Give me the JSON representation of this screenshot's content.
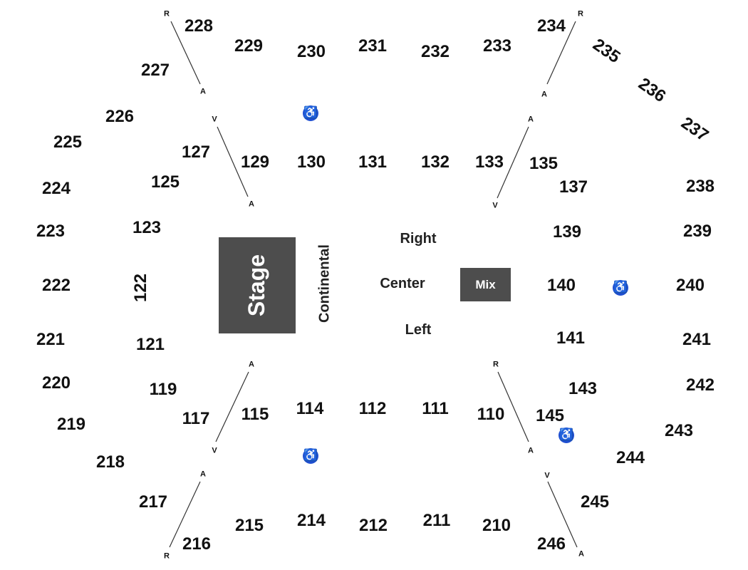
{
  "colors": {
    "stage": "#4d4d4d",
    "mix": "#4d4d4d",
    "accessible": "#1f4fd1",
    "text": "#111111",
    "background": "#ffffff"
  },
  "stage": {
    "label": "Stage"
  },
  "mix": {
    "label": "Mix"
  },
  "floor": {
    "continental": "Continental",
    "right": "Right",
    "center": "Center",
    "left": "Left"
  },
  "accessible_icon": "wheelchair-icon",
  "accessible_glyph": "♿",
  "sections_lower": [
    "110",
    "111",
    "112",
    "114",
    "115",
    "117",
    "119",
    "121",
    "122",
    "123",
    "125",
    "127",
    "129",
    "130",
    "131",
    "132",
    "133",
    "135",
    "137",
    "139",
    "140",
    "141",
    "143",
    "145"
  ],
  "sections_upper": [
    "210",
    "211",
    "212",
    "214",
    "215",
    "216",
    "217",
    "218",
    "219",
    "220",
    "221",
    "222",
    "223",
    "224",
    "225",
    "226",
    "227",
    "228",
    "229",
    "230",
    "231",
    "232",
    "233",
    "234",
    "235",
    "236",
    "237",
    "238",
    "239",
    "240",
    "241",
    "242",
    "243",
    "244",
    "245",
    "246"
  ],
  "row_markers": [
    "R",
    "A",
    "V",
    "A",
    "V",
    "A",
    "R",
    "A",
    "A",
    "R",
    "A",
    "V",
    "A",
    "V",
    "A",
    "R"
  ]
}
